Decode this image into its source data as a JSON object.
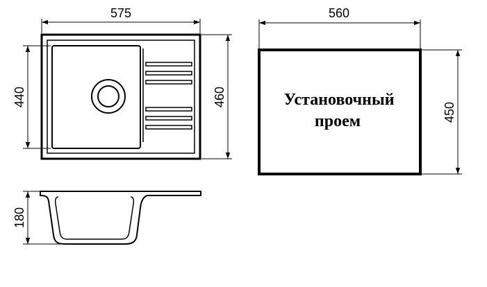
{
  "dimensions": {
    "sink_width": "575",
    "sink_depth": "460",
    "bowl_depth": "440",
    "opening_width": "560",
    "opening_depth": "450",
    "sink_height": "180"
  },
  "opening_label": {
    "line1": "Установочный",
    "line2": "проем"
  }
}
